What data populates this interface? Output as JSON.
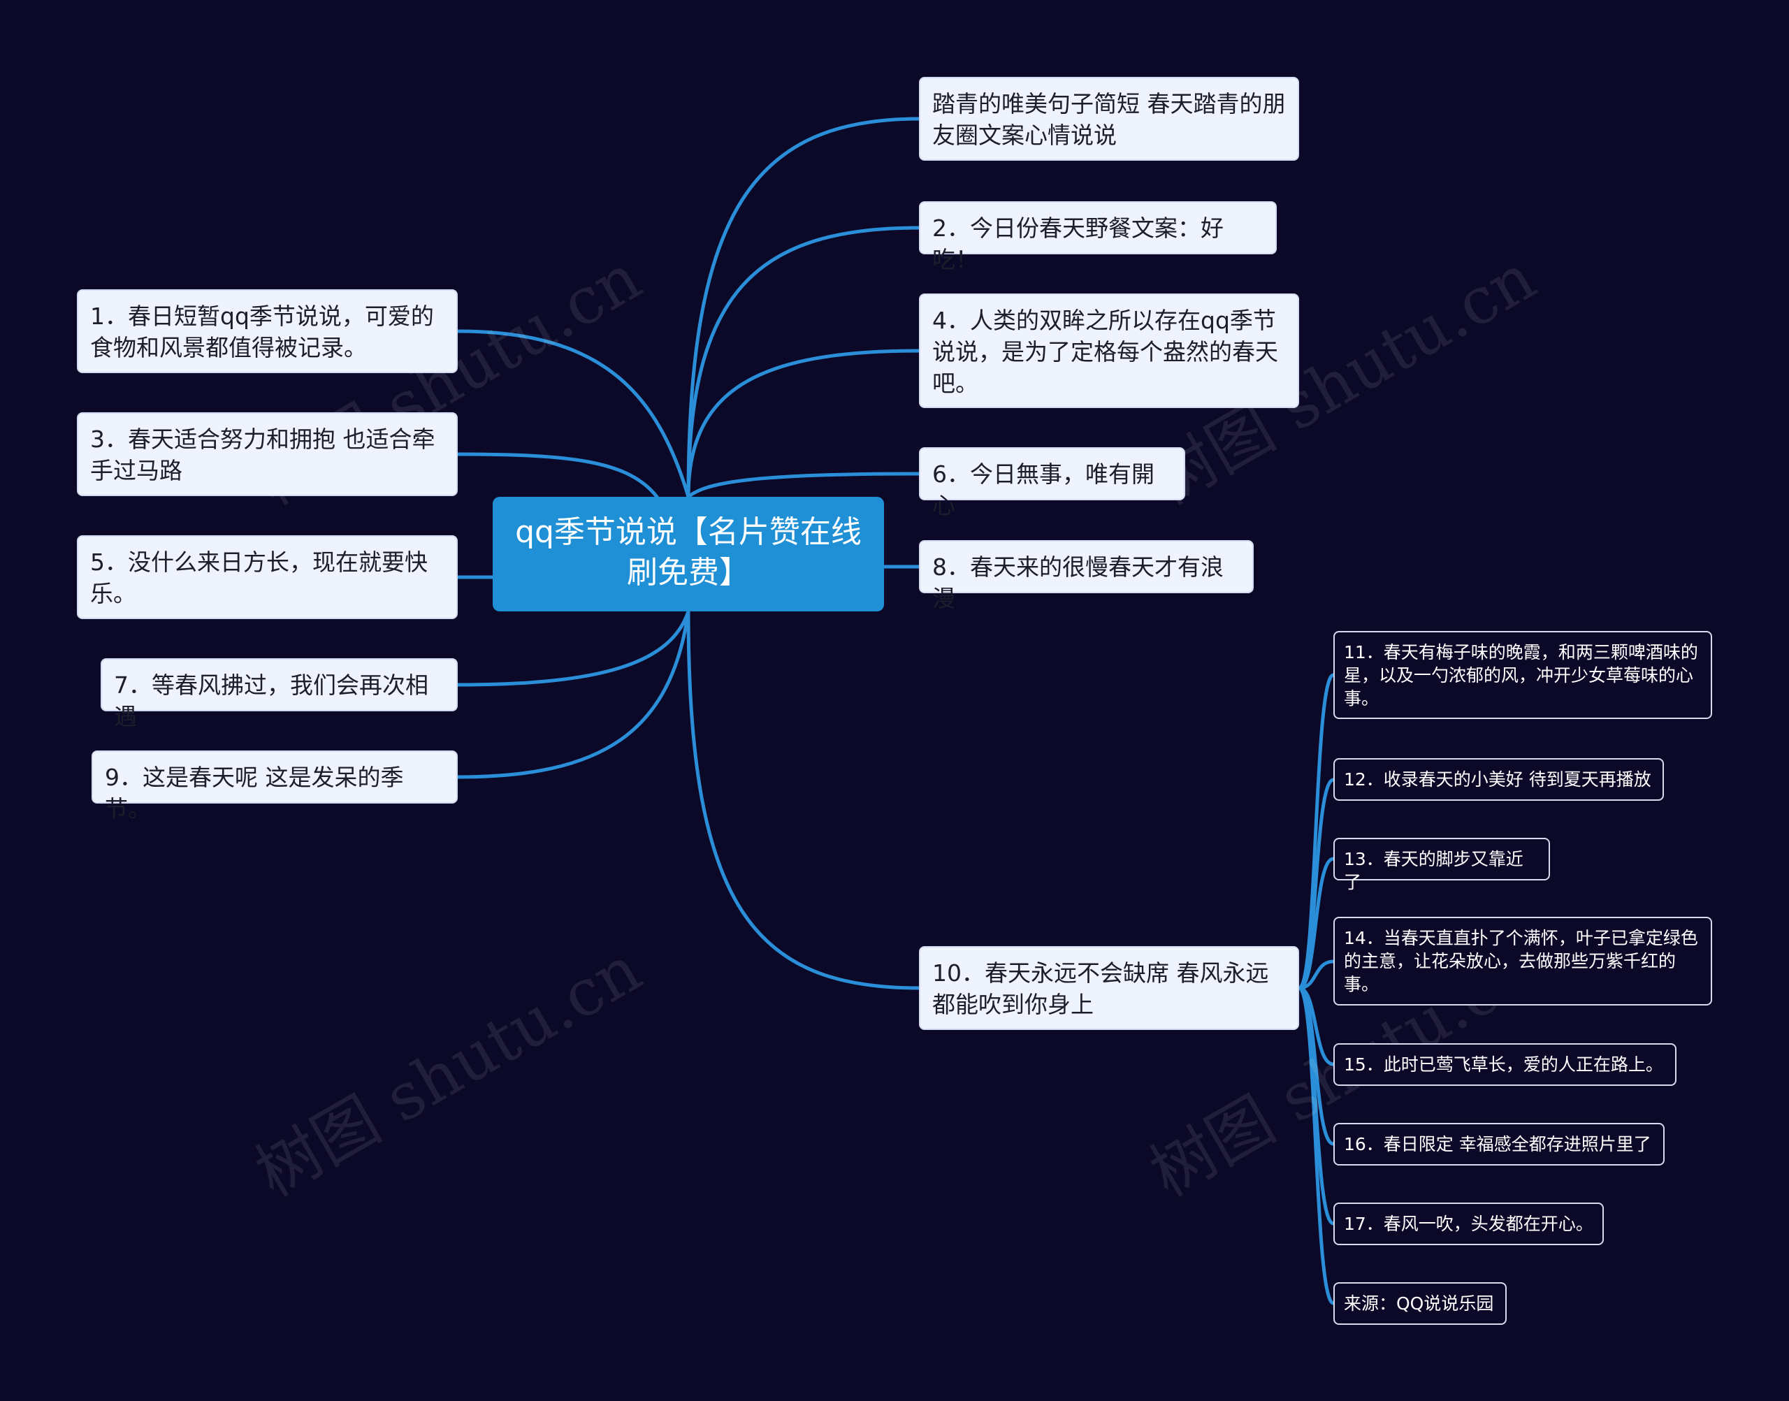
{
  "root": {
    "label": "qq季节说说【名片赞在线刷免费】"
  },
  "left_nodes": [
    {
      "label": "1．春日短暂qq季节说说，可爱的食物和风景都值得被记录。"
    },
    {
      "label": "3．春天适合努力和拥抱 也适合牵手过马路"
    },
    {
      "label": "5．没什么来日方长，现在就要快乐。"
    },
    {
      "label": "7．等春风拂过，我们会再次相遇"
    },
    {
      "label": "9．这是春天呢 这是发呆的季节。"
    }
  ],
  "right_nodes": [
    {
      "label": "踏青的唯美句子简短 春天踏青的朋友圈文案心情说说"
    },
    {
      "label": "2．今日份春天野餐文案：好吃！"
    },
    {
      "label": "4．人类的双眸之所以存在qq季节说说，是为了定格每个盎然的春天吧。"
    },
    {
      "label": "6．今日無事，唯有開心"
    },
    {
      "label": "8．春天来的很慢春天才有浪漫"
    },
    {
      "label": "10．春天永远不会缺席 春风永远都能吹到你身上"
    }
  ],
  "sub_nodes": [
    {
      "label": "11．春天有梅子味的晚霞，和两三颗啤酒味的星，以及一勺浓郁的风，冲开少女草莓味的心事。"
    },
    {
      "label": "12．收录春天的小美好 待到夏天再播放"
    },
    {
      "label": "13．春天的脚步又靠近了"
    },
    {
      "label": "14．当春天直直扑了个满怀，叶子已拿定绿色的主意，让花朵放心，去做那些万紫千红的事。"
    },
    {
      "label": "15．此时已莺飞草长，爱的人正在路上。"
    },
    {
      "label": "16．春日限定 幸福感全都存进照片里了"
    },
    {
      "label": "17．春风一吹，头发都在开心。"
    },
    {
      "label": "来源：QQ说说乐园"
    }
  ],
  "watermark": "树图 shutu.cn",
  "colors": {
    "background": "#0b0828",
    "root": "#1f8fd6",
    "link": "#2a8fd8",
    "node": "#eef3fd"
  }
}
